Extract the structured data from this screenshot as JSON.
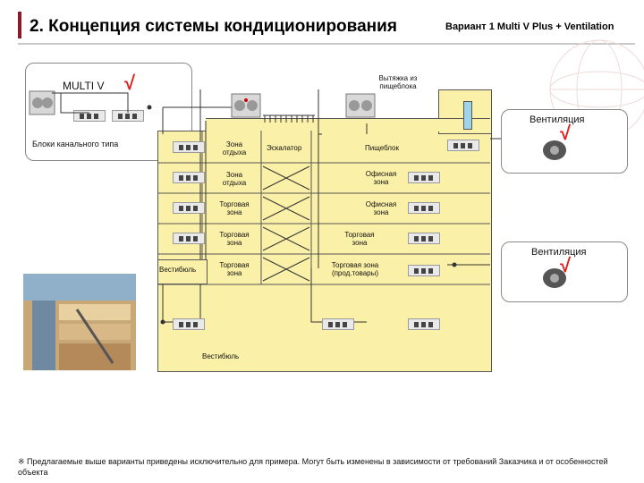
{
  "header": {
    "title": "2. Концепция системы кондиционирования",
    "variant": "Вариант 1 Multi V Plus + Ventilation"
  },
  "labels": {
    "multi_v": "MULTI V",
    "exhaust_line1": "Вытяжка из",
    "exhaust_line2": "пищеблока",
    "ventilation_top": "Вентиляция",
    "ventilation_bottom": "Вентиляция",
    "duct_units": "Блоки канального типа",
    "checkmark": "√"
  },
  "zones": {
    "rest1_l1": "Зона",
    "rest1_l2": "отдыха",
    "escalator": "Эскалатор",
    "kitchen": "Пищеблок",
    "rest2_l1": "Зона",
    "rest2_l2": "отдыха",
    "office1_l1": "Офисная",
    "office1_l2": "зона",
    "trade1_l1": "Торговая",
    "trade1_l2": "зона",
    "office2_l1": "Офисная",
    "office2_l2": "зона",
    "trade2_l1": "Торговая",
    "trade2_l2": "зона",
    "trade3_l1": "Торговая",
    "trade3_l2": "зона",
    "vestibule_left": "Вестибюль",
    "trade4_l1": "Торговая",
    "trade4_l2": "зона",
    "trade_food_l1": "Торговая зона",
    "trade_food_l2": "(прод.товары)",
    "vestibule_bottom": "Вестибюль"
  },
  "footnote": "※ Предлагаемые выше варианты приведены исключительно для примера. Могут быть изменены в зависимости от требований Заказчика и от особенностей объекта",
  "colors": {
    "building": "#fbf0a8",
    "building_border": "#555555",
    "accent_bar": "#8b1a2b",
    "check": "#e0201a",
    "header_line": "#c9c9c9"
  },
  "icons": [
    "checkmark-icon",
    "outdoor-unit-icon",
    "duct-unit-icon",
    "fan-icon",
    "photo-mall"
  ]
}
